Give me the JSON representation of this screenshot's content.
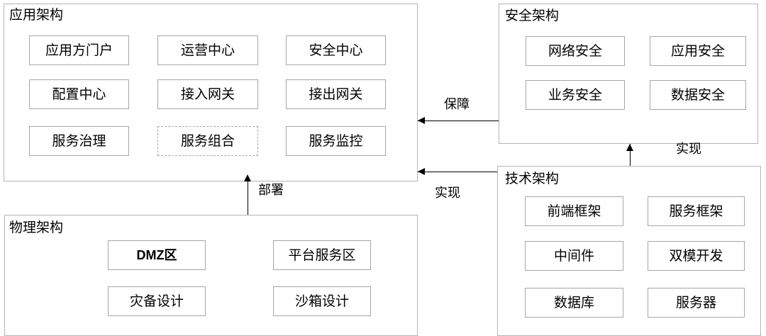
{
  "diagram": {
    "title_app": "应用架构",
    "title_security": "安全架构",
    "title_technical": "技术架构",
    "title_physical": "物理架构",
    "panels": {
      "application": {
        "label": "应用架构",
        "nodes": [
          "应用方门户",
          "运营中心",
          "安全中心",
          "配置中心",
          "接入网关",
          "接出网关",
          "服务治理",
          "服务组合",
          "服务监控"
        ]
      },
      "security": {
        "label": "安全架构",
        "nodes": [
          "网络安全",
          "应用安全",
          "业务安全",
          "数据安全"
        ]
      },
      "technical": {
        "label": "技术架构",
        "nodes": [
          "前端框架",
          "服务框架",
          "中间件",
          "双模开发",
          "数据库",
          "服务器"
        ]
      },
      "physical": {
        "label": "物理架构",
        "nodes": [
          "DMZ区",
          "平台服务区",
          "灾备设计",
          "沙箱设计"
        ]
      }
    },
    "edges": [
      {
        "label": "保障",
        "from": "security",
        "to": "application"
      },
      {
        "label": "实现",
        "from": "technical",
        "to": "application"
      },
      {
        "label": "实现",
        "from": "technical",
        "to": "security"
      },
      {
        "label": "部署",
        "from": "physical",
        "to": "application"
      }
    ],
    "colors": {
      "panel_border": "#b4b4b4",
      "node_border": "#a6a6a6",
      "edge": "#000000",
      "background": "#ffffff",
      "text": "#000000"
    }
  }
}
